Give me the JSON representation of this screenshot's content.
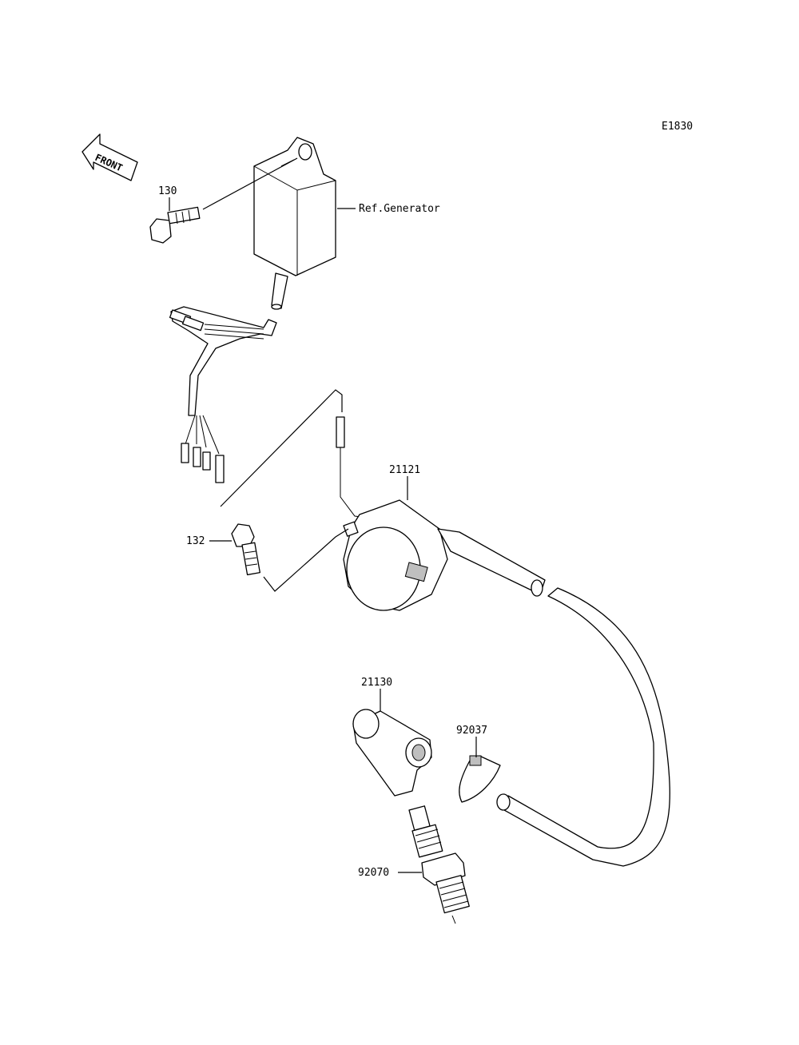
{
  "diagram_code": "E1830",
  "front_arrow_label": "FRONT",
  "callouts": {
    "bolt_top": "130",
    "ref_generator": "Ref.Generator",
    "coil": "21121",
    "bolt_mid": "132",
    "plug_cap": "21130",
    "clamp": "92037",
    "spark_plug": "92070"
  }
}
